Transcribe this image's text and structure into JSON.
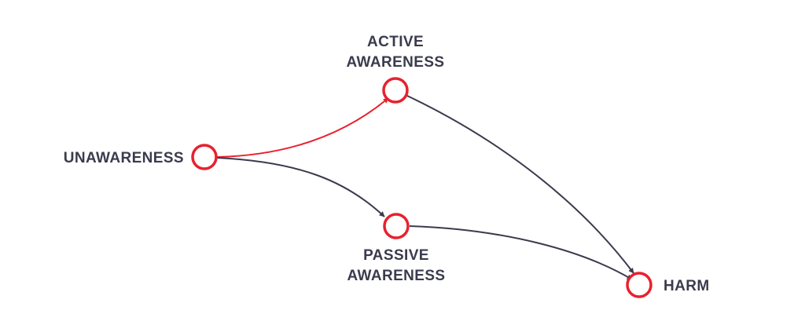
{
  "colors": {
    "node_ring": "#e8212e",
    "highlight_edge": "#e8212e",
    "edge": "#3a3b4d",
    "label": "#3a3b4d"
  },
  "nodes": {
    "unawareness": {
      "label": "UNAWARENESS"
    },
    "active_awareness": {
      "label_line1": "ACTIVE",
      "label_line2": "AWARENESS"
    },
    "passive_awareness": {
      "label_line1": "PASSIVE",
      "label_line2": "AWARENESS"
    },
    "harm": {
      "label": "HARM"
    }
  },
  "edges": [
    {
      "from": "unawareness",
      "to": "active_awareness",
      "highlighted": true
    },
    {
      "from": "unawareness",
      "to": "passive_awareness",
      "highlighted": false
    },
    {
      "from": "active_awareness",
      "to": "harm",
      "highlighted": false
    },
    {
      "from": "passive_awareness",
      "to": "harm",
      "highlighted": false
    }
  ]
}
